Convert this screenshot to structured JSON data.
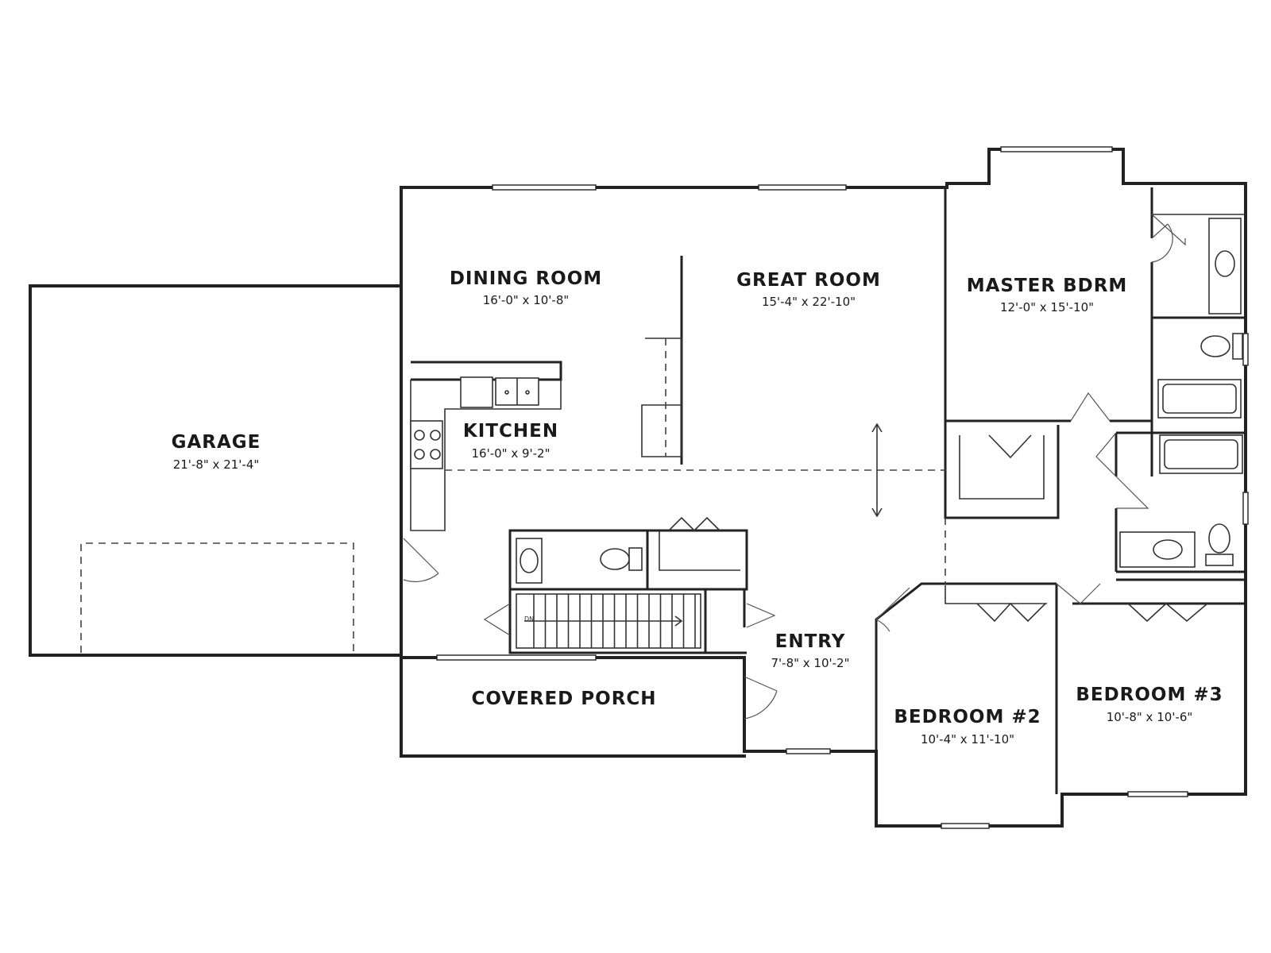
{
  "rooms": {
    "dining": {
      "name": "DINING ROOM",
      "dims": "16'-0\" x 10'-8\""
    },
    "great": {
      "name": "GREAT ROOM",
      "dims": "15'-4\" x 22'-10\""
    },
    "master": {
      "name": "MASTER BDRM",
      "dims": "12'-0\" x 15'-10\""
    },
    "kitchen": {
      "name": "KITCHEN",
      "dims": "16'-0\" x 9'-2\""
    },
    "garage": {
      "name": "GARAGE",
      "dims": "21'-8\" x 21'-4\""
    },
    "entry": {
      "name": "ENTRY",
      "dims": "7'-8\" x 10'-2\""
    },
    "porch": {
      "name": "COVERED PORCH"
    },
    "bedroom2": {
      "name": "BEDROOM #2",
      "dims": "10'-4\" x 11'-10\""
    },
    "bedroom3": {
      "name": "BEDROOM #3",
      "dims": "10'-8\" x 10'-6\""
    }
  },
  "stairs": {
    "label": "DN"
  }
}
